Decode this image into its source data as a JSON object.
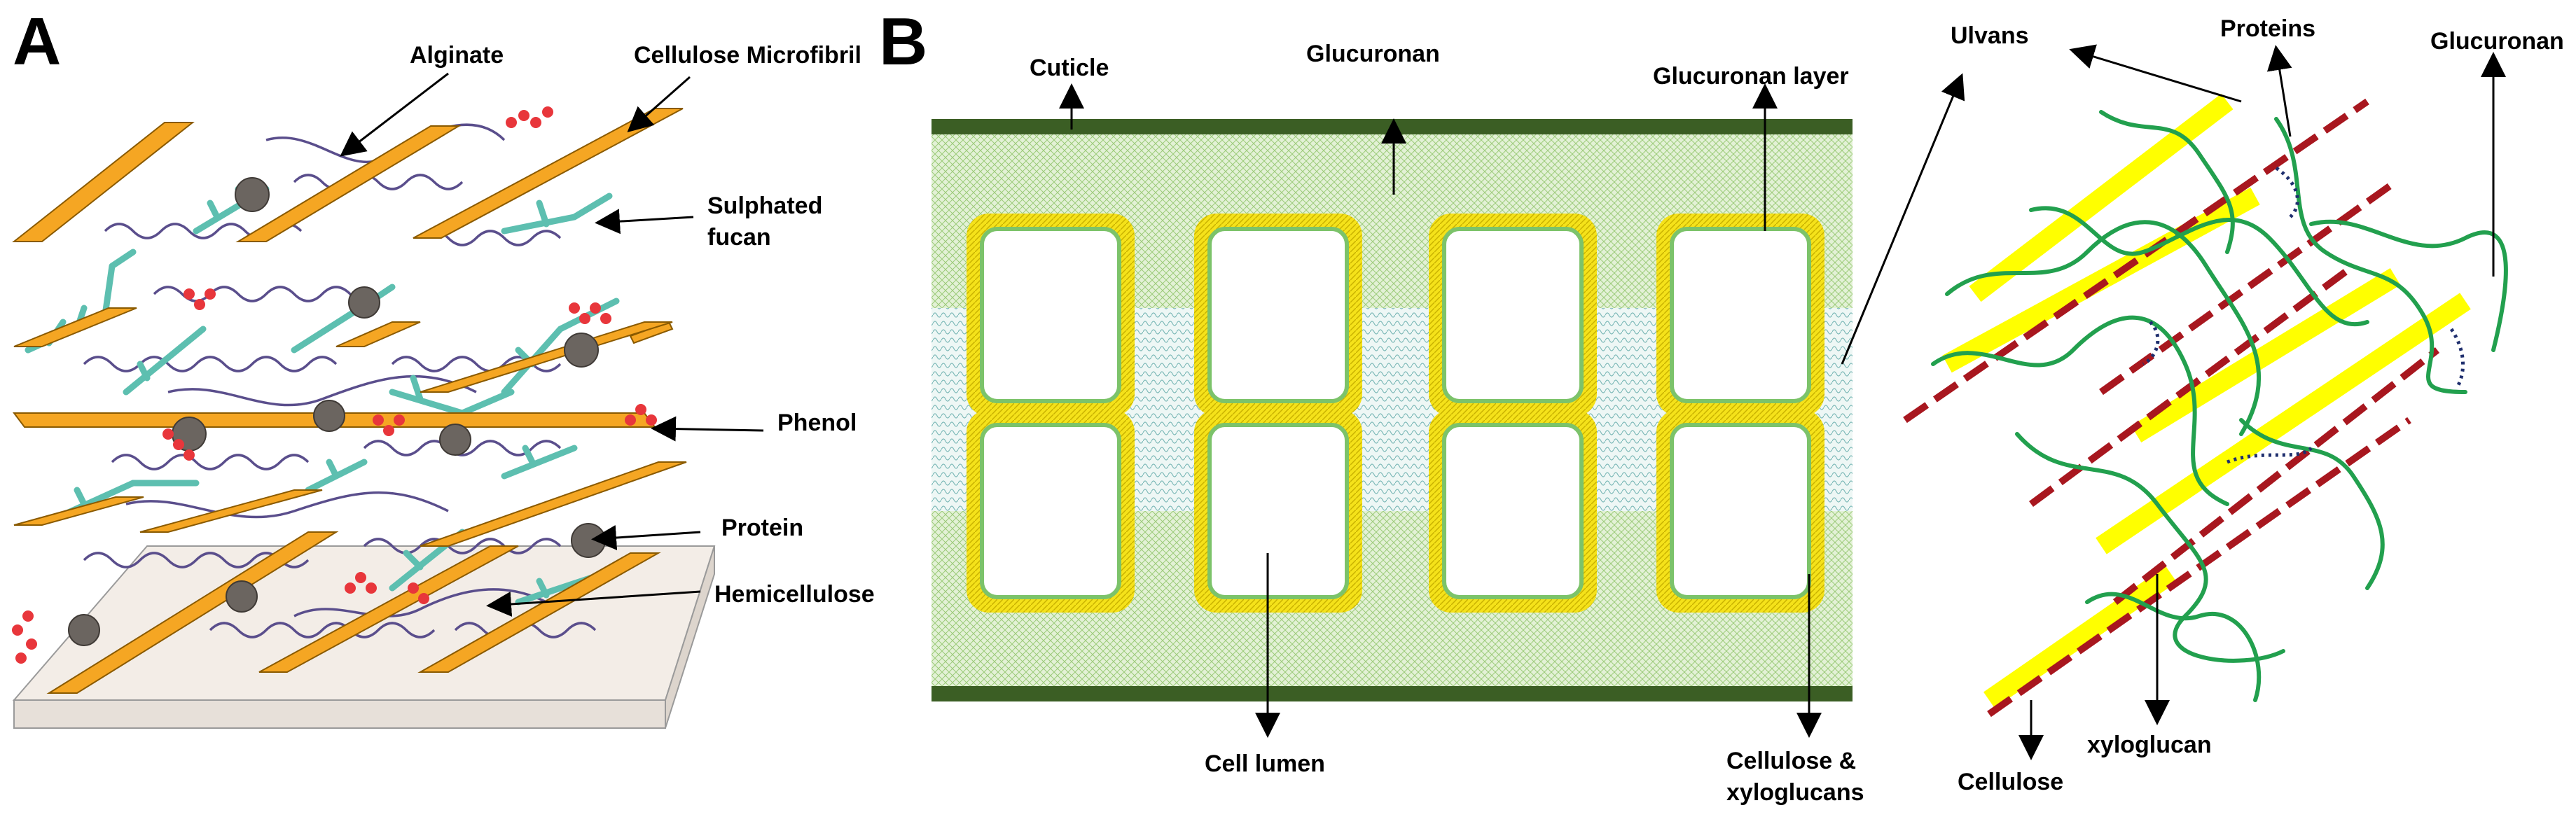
{
  "panels": {
    "a": {
      "letter": "A",
      "labels": {
        "alginate": "Alginate",
        "cellulose_microfibril": "Cellulose Microfibril",
        "sulphated_fucan_1": "Sulphated",
        "sulphated_fucan_2": "fucan",
        "phenol": "Phenol",
        "protein": "Protein",
        "hemicellulose": "Hemicellulose"
      }
    },
    "b": {
      "letter": "B",
      "labels": {
        "cuticle": "Cuticle",
        "glucuronan": "Glucuronan",
        "glucuronan_layer": "Glucuronan layer",
        "cell_lumen": "Cell lumen",
        "cellulose_xyloglucans_1": "Cellulose &",
        "cellulose_xyloglucans_2": "xyloglucans"
      }
    },
    "c": {
      "labels": {
        "ulvans": "Ulvans",
        "proteins": "Proteins",
        "glucuronan": "Glucuronan",
        "xyloglucan": "xyloglucan",
        "cellulose": "Cellulose"
      }
    }
  },
  "colors": {
    "microfibril": "#f5a623",
    "hemicellulose": "#5dbfb0",
    "fucan_chain": "#5a4e8c",
    "protein_blob": "#6b6560",
    "phenol": "#e8363b",
    "cuticle": "#3b5e24",
    "matrix_green": "#cfe6b8",
    "glucuronan_layer": "#f5e21a",
    "ulvan_region": "#9fd4d4",
    "strand_green": "#22a04e",
    "cellulose_yellow": "#ffff00",
    "xyloglucan_red": "#a8171f",
    "protein_dots": "#1f2f6e"
  }
}
